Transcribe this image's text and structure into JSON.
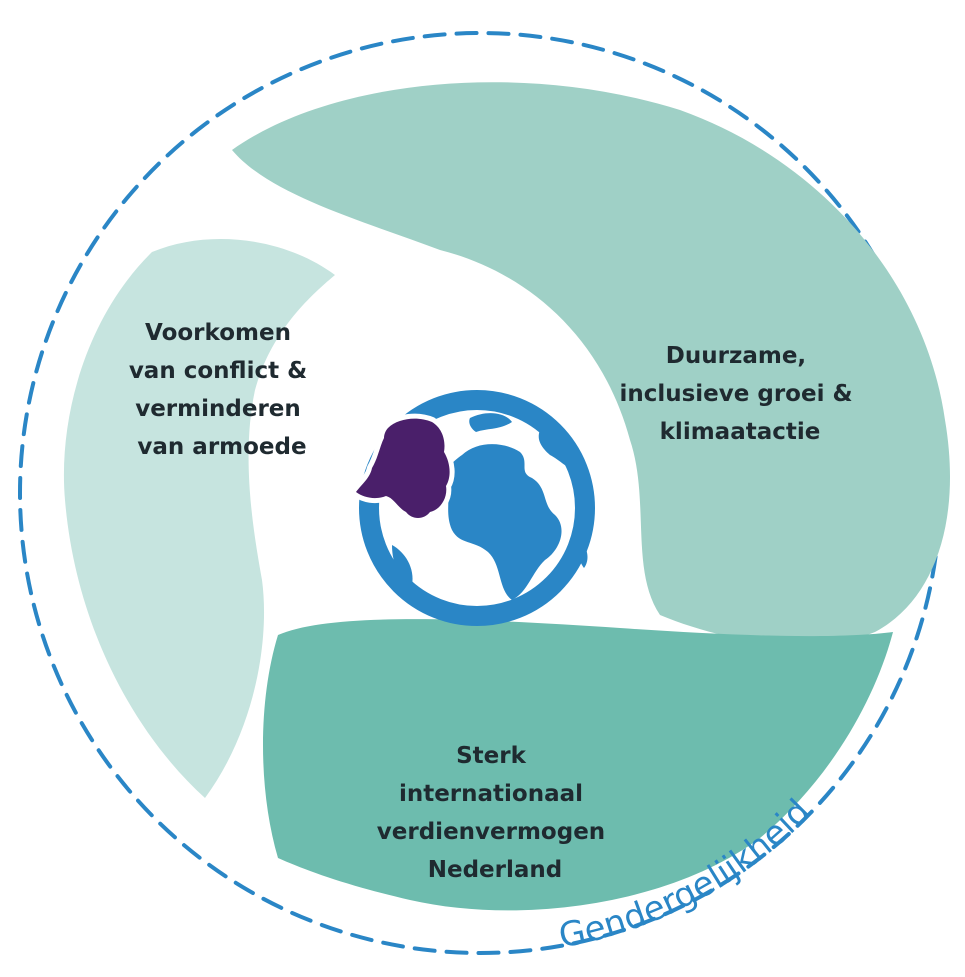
{
  "segments": {
    "left": {
      "lines": [
        "Voorkomen",
        "van conflict &",
        "verminderen",
        "van armoede"
      ],
      "color": "#c6e4df"
    },
    "right": {
      "lines": [
        "Duurzame,",
        "inclusieve groei &",
        "klimaatactie"
      ],
      "color": "#9fd0c6"
    },
    "bottom": {
      "lines": [
        "Sterk",
        "internationaal",
        "verdienvermogen",
        "Nederland"
      ],
      "color": "#6dbcae"
    }
  },
  "ring": {
    "label": "Gendergelijkheid",
    "color": "#2a86c6"
  },
  "center": {
    "globe_color": "#2a86c6",
    "netherlands_color": "#4a1f6a"
  }
}
